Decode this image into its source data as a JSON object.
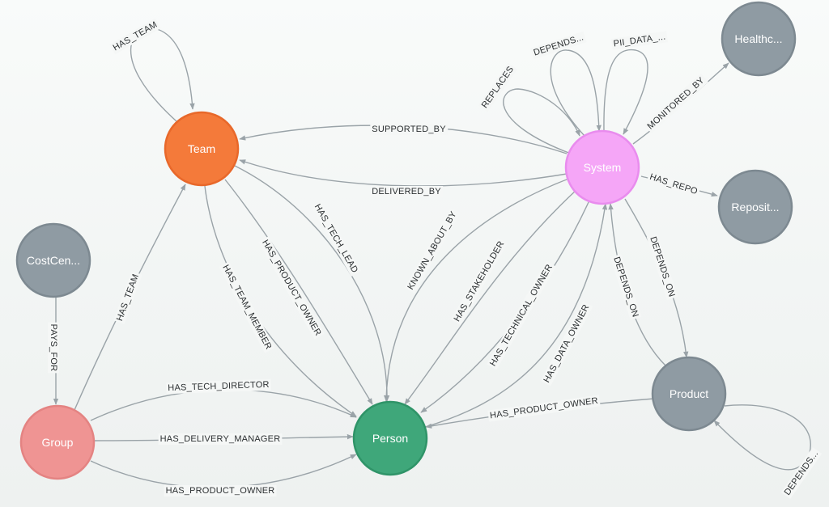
{
  "graph": {
    "nodes": [
      {
        "id": "team",
        "label": "Team",
        "fill": "#f47a3a",
        "stroke": "#e8682a"
      },
      {
        "id": "system",
        "label": "System",
        "fill": "#f5a6f7",
        "stroke": "#e98cee"
      },
      {
        "id": "person",
        "label": "Person",
        "fill": "#3fa77a",
        "stroke": "#2f9468"
      },
      {
        "id": "group",
        "label": "Group",
        "fill": "#ef9493",
        "stroke": "#e48382"
      },
      {
        "id": "costcentre",
        "label": "CostCen...",
        "fill": "#8f9ba3",
        "stroke": "#7d8991"
      },
      {
        "id": "product",
        "label": "Product",
        "fill": "#8f9ba3",
        "stroke": "#7d8991"
      },
      {
        "id": "healthcheck",
        "label": "Healthc...",
        "fill": "#8f9ba3",
        "stroke": "#7d8991"
      },
      {
        "id": "repository",
        "label": "Reposit...",
        "fill": "#8f9ba3",
        "stroke": "#7d8991"
      }
    ],
    "edges": [
      {
        "id": "team-has-team",
        "label": "HAS_TEAM"
      },
      {
        "id": "system-replaces",
        "label": "REPLACES"
      },
      {
        "id": "system-depends",
        "label": "DEPENDS..."
      },
      {
        "id": "system-pii-data",
        "label": "PII_DATA_..."
      },
      {
        "id": "system-monitored-by",
        "label": "MONITORED_BY"
      },
      {
        "id": "system-has-repo",
        "label": "HAS_REPO"
      },
      {
        "id": "system-supported-by",
        "label": "SUPPORTED_BY"
      },
      {
        "id": "system-delivered-by",
        "label": "DELIVERED_BY"
      },
      {
        "id": "team-has-product-owner",
        "label": "HAS_PRODUCT_OWNER"
      },
      {
        "id": "team-has-tech-lead",
        "label": "HAS_TECH_LEAD"
      },
      {
        "id": "team-has-team-member",
        "label": "HAS_TEAM_MEMBER"
      },
      {
        "id": "system-known-about-by",
        "label": "KNOWN_ABOUT_BY"
      },
      {
        "id": "system-has-stakeholder",
        "label": "HAS_STAKEHOLDER"
      },
      {
        "id": "system-has-technical-owner",
        "label": "HAS_TECHNICAL_OWNER"
      },
      {
        "id": "system-has-data-owner",
        "label": "HAS_DATA_OWNER"
      },
      {
        "id": "system-depends-on-product",
        "label": "DEPENDS_ON"
      },
      {
        "id": "product-depends-on-system",
        "label": "DEPENDS_ON"
      },
      {
        "id": "product-has-product-owner",
        "label": "HAS_PRODUCT_OWNER"
      },
      {
        "id": "product-depends-self",
        "label": "DEPENDS..."
      },
      {
        "id": "costcentre-pays-for",
        "label": "PAYS_FOR"
      },
      {
        "id": "group-has-team",
        "label": "HAS_TEAM"
      },
      {
        "id": "group-has-tech-director",
        "label": "HAS_TECH_DIRECTOR"
      },
      {
        "id": "group-has-delivery-manager",
        "label": "HAS_DELIVERY_MANAGER"
      },
      {
        "id": "group-has-product-owner",
        "label": "HAS_PRODUCT_OWNER"
      }
    ]
  }
}
